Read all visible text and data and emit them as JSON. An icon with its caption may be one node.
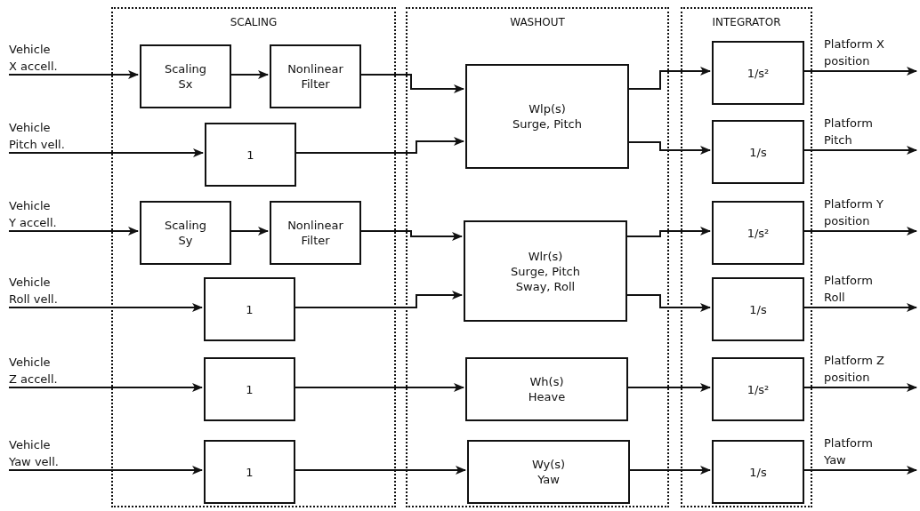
{
  "diagram": {
    "nodes": [
      {
        "text": [
          "SCALING"
        ]
      },
      {
        "text": [
          "WASHOUT"
        ]
      },
      {
        "text": [
          "INTEGRATOR"
        ]
      },
      {
        "text": [
          "Vehicle X accell."
        ]
      },
      {
        "text": [
          "Scaling Sx"
        ],
        "in": 0
      },
      {
        "text": [
          "Nonlinear Filter"
        ],
        "in": 0
      },
      {
        "text": [
          "Wlp(s)",
          "Surge, Pitch"
        ],
        "in": 1
      },
      {
        "text": [
          "1/s²"
        ],
        "in": 2,
        "beside": [
          "Platform X position"
        ]
      },
      {
        "text": [
          "Vehicle Pitch vell."
        ]
      },
      {
        "text": [
          "1"
        ],
        "in": 0
      },
      {
        "text": [
          "1/s"
        ],
        "in": 2,
        "beside": [
          "Platform Pitch"
        ]
      },
      {
        "text": [
          "Vehicle Y accell."
        ]
      },
      {
        "text": [
          "Scaling Sy"
        ],
        "in": 0
      },
      {
        "text": [
          "Nonlinear Filter"
        ],
        "in": 0
      },
      {
        "text": [
          "Wlr(s)",
          "Surge, Pitch Sway, Roll"
        ],
        "in": 1
      },
      {
        "text": [
          "1/s²"
        ],
        "in": 2,
        "beside": [
          "Platform Y position"
        ]
      },
      {
        "text": [
          "Vehicle Roll vell."
        ]
      },
      {
        "text": [
          "1"
        ],
        "in": 0
      },
      {
        "text": [
          "1/s"
        ],
        "in": 2,
        "beside": [
          "Platform Roll"
        ]
      },
      {
        "text": [
          "Vehicle Z accell."
        ]
      },
      {
        "text": [
          "1"
        ],
        "in": 0
      },
      {
        "text": [
          "Wh(s)",
          "Heave"
        ],
        "in": 1
      },
      {
        "text": [
          "1/s²"
        ],
        "in": 2,
        "beside": [
          "Platform Z position"
        ]
      },
      {
        "text": [
          "Vehicle Yaw vell."
        ]
      },
      {
        "text": [
          "1"
        ],
        "in": 0
      },
      {
        "text": [
          "Wy(s)",
          "Yaw"
        ],
        "in": 1
      },
      {
        "text": [
          "1/s"
        ],
        "in": 2,
        "beside": [
          "Platform Yaw"
        ]
      }
    ],
    "edges": [
      {
        "from": 3,
        "to": 4,
        "arrow": "to"
      },
      {
        "from": 4,
        "to": 5,
        "arrow": "to"
      },
      {
        "from": 5,
        "to": 6,
        "arrow": "to"
      },
      {
        "from": 6,
        "to": 7,
        "arrow": "to"
      },
      {
        "from": 7,
        "to": null,
        "arrow": "to"
      },
      {
        "from": 8,
        "to": 9,
        "arrow": "to"
      },
      {
        "from": 9,
        "to": 6,
        "arrow": "to"
      },
      {
        "from": 6,
        "to": 10,
        "arrow": "to"
      },
      {
        "from": 10,
        "to": null,
        "arrow": "to"
      },
      {
        "from": 11,
        "to": 12,
        "arrow": "to"
      },
      {
        "from": 12,
        "to": 13,
        "arrow": "to"
      },
      {
        "from": 13,
        "to": 14,
        "arrow": "to"
      },
      {
        "from": 14,
        "to": 15,
        "arrow": "to"
      },
      {
        "from": 15,
        "to": null,
        "arrow": "to"
      },
      {
        "from": 16,
        "to": 17,
        "arrow": "to"
      },
      {
        "from": 17,
        "to": 14,
        "arrow": "to"
      },
      {
        "from": 14,
        "to": 18,
        "arrow": "to"
      },
      {
        "from": 18,
        "to": null,
        "arrow": "to"
      },
      {
        "from": 19,
        "to": 20,
        "arrow": "to"
      },
      {
        "from": 20,
        "to": 21,
        "arrow": "to"
      },
      {
        "from": 21,
        "to": 22,
        "arrow": "to"
      },
      {
        "from": 22,
        "to": null,
        "arrow": "to"
      },
      {
        "from": 23,
        "to": 24,
        "arrow": "to"
      },
      {
        "from": 24,
        "to": 25,
        "arrow": "to"
      },
      {
        "from": 25,
        "to": 26,
        "arrow": "to"
      },
      {
        "from": 26,
        "to": null,
        "arrow": "to"
      }
    ]
  }
}
